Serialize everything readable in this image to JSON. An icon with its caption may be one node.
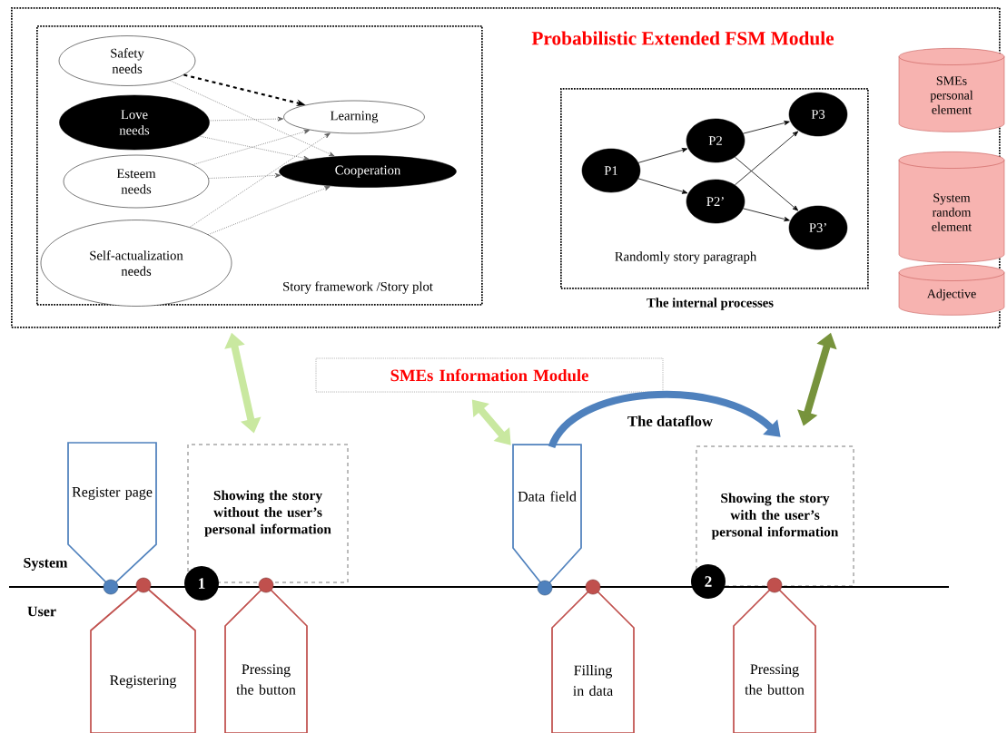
{
  "diagram": {
    "nodes": [
      {
        "text": [
          "Probabilistic Extended FSM Module"
        ]
      },
      {
        "text": [
          "Story framework /Story plot"
        ],
        "in": 0
      },
      {
        "text": [
          "Safety needs"
        ],
        "in": 1
      },
      {
        "text": [
          "Love needs"
        ],
        "in": 1
      },
      {
        "text": [
          "Esteem needs"
        ],
        "in": 1
      },
      {
        "text": [
          "Self-actualization needs"
        ],
        "in": 1
      },
      {
        "text": [
          "Learning"
        ],
        "in": 1
      },
      {
        "text": [
          "Cooperation"
        ],
        "in": 1
      },
      {
        "text": [
          "Randomly story paragraph",
          "The internal processes"
        ],
        "in": 0
      },
      {
        "text": [
          "P1"
        ],
        "in": 8
      },
      {
        "text": [
          "P2"
        ],
        "in": 8
      },
      {
        "text": [
          "P2’"
        ],
        "in": 8
      },
      {
        "text": [
          "P3"
        ],
        "in": 8
      },
      {
        "text": [
          "P3’"
        ],
        "in": 8
      },
      {
        "text": [
          "SMEs personal element"
        ],
        "in": 0
      },
      {
        "text": [
          "System random element"
        ],
        "in": 0
      },
      {
        "text": [
          "Adjective"
        ],
        "in": 0
      },
      {
        "text": [
          "SMEs Information Module"
        ]
      },
      {
        "text": [
          "Register page"
        ]
      },
      {
        "text": [
          "Showing the story without the user’s personal information"
        ]
      },
      {
        "text": [
          "Data field"
        ]
      },
      {
        "text": [
          "Showing the story with the user’s personal information"
        ]
      },
      {
        "text": [
          "Registering"
        ]
      },
      {
        "text": [
          "Pressing the button"
        ]
      },
      {
        "text": [
          "Filling in data"
        ]
      },
      {
        "text": [
          "Pressing the button"
        ]
      },
      {
        "text": [
          "1"
        ]
      },
      {
        "text": [
          "2"
        ]
      }
    ],
    "edges": [
      {
        "from": 2,
        "to": 6,
        "arrow": "to",
        "style": "dashed"
      },
      {
        "from": 2,
        "to": 7,
        "arrow": "to",
        "style": "dashed",
        "color": "#606060"
      },
      {
        "from": 3,
        "to": 6,
        "arrow": "to",
        "style": "dashed",
        "color": "#606060"
      },
      {
        "from": 3,
        "to": 7,
        "arrow": "to",
        "style": "dashed",
        "color": "#606060"
      },
      {
        "from": 4,
        "to": 6,
        "arrow": "to",
        "style": "dashed",
        "color": "#606060"
      },
      {
        "from": 4,
        "to": 7,
        "arrow": "to",
        "style": "dashed",
        "color": "#606060"
      },
      {
        "from": 5,
        "to": 6,
        "arrow": "to",
        "style": "dashed",
        "color": "#606060"
      },
      {
        "from": 5,
        "to": 7,
        "arrow": "to",
        "style": "dashed",
        "color": "#606060"
      },
      {
        "from": 9,
        "to": 10,
        "arrow": "to"
      },
      {
        "from": 9,
        "to": 11,
        "arrow": "to"
      },
      {
        "from": 10,
        "to": 12,
        "arrow": "to"
      },
      {
        "from": 10,
        "to": 13,
        "arrow": "to"
      },
      {
        "from": 11,
        "to": 12,
        "arrow": "to"
      },
      {
        "from": 11,
        "to": 13,
        "arrow": "to"
      },
      {
        "from": 0,
        "to": 19,
        "arrow": "both",
        "style": "thick",
        "color": "#c9e8a0"
      },
      {
        "from": 17,
        "to": 20,
        "arrow": "both",
        "style": "thick",
        "color": "#c9e8a0"
      },
      {
        "from": 0,
        "to": 21,
        "arrow": "both",
        "style": "thick",
        "color": "#77933c"
      },
      {
        "from": 20,
        "to": 21,
        "arrow": "to",
        "style": "thick",
        "color": "#4f81bd",
        "label": "The dataflow"
      }
    ],
    "labels": [
      "System",
      "User"
    ]
  }
}
